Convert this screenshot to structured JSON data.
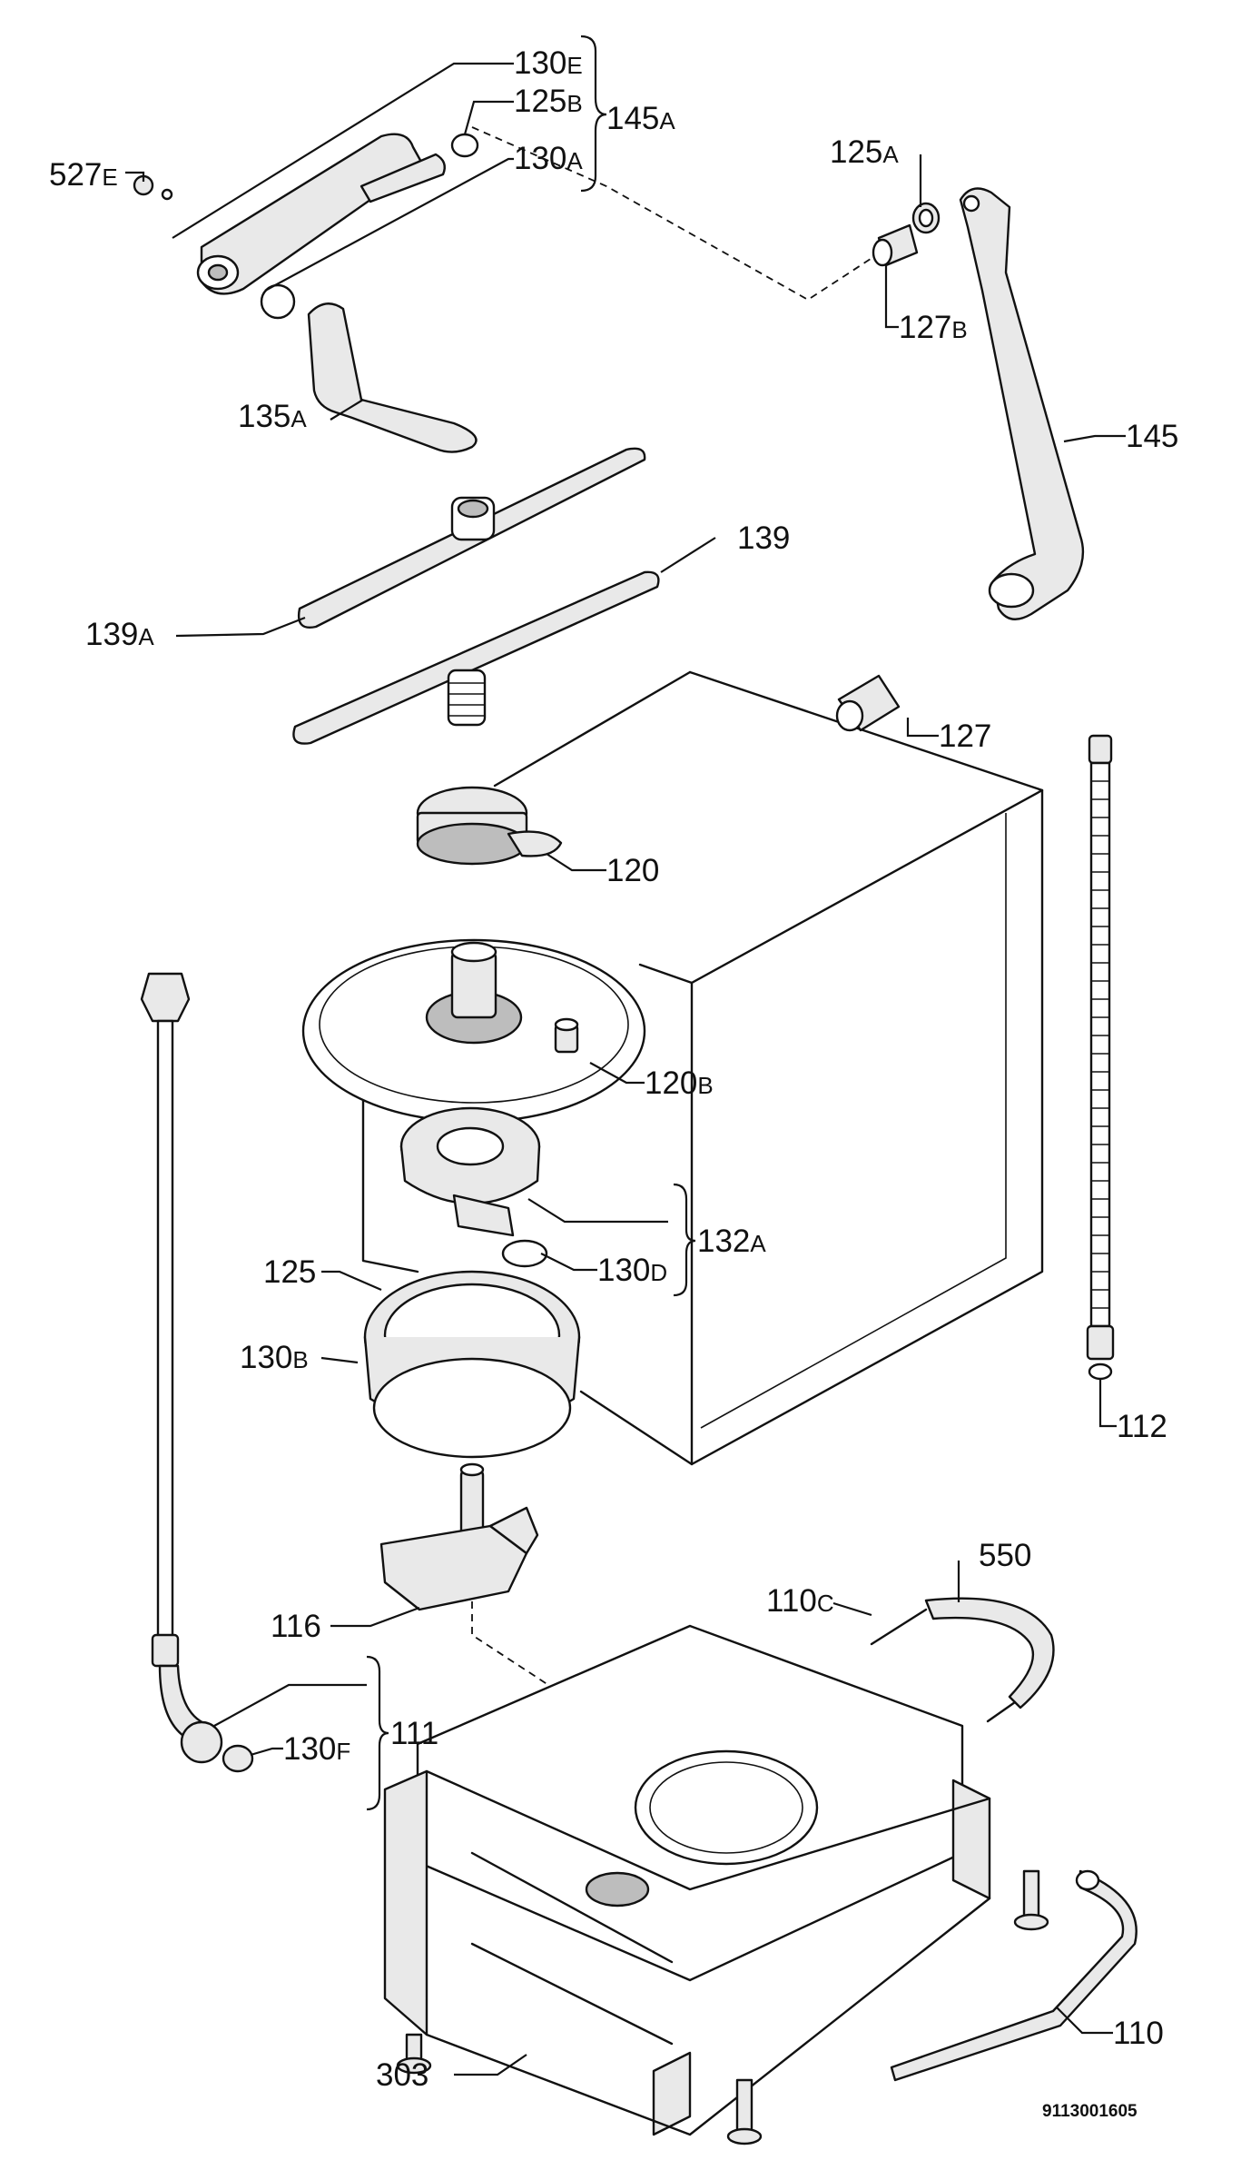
{
  "callouts": [
    {
      "id": "130E",
      "num": "130",
      "suffix": "E"
    },
    {
      "id": "125B",
      "num": "125",
      "suffix": "B"
    },
    {
      "id": "130A",
      "num": "130",
      "suffix": "A"
    },
    {
      "id": "145A",
      "num": "145",
      "suffix": "A"
    },
    {
      "id": "527E",
      "num": "527",
      "suffix": "E"
    },
    {
      "id": "125A",
      "num": "125",
      "suffix": "A"
    },
    {
      "id": "127B",
      "num": "127",
      "suffix": "B"
    },
    {
      "id": "135A",
      "num": "135",
      "suffix": "A"
    },
    {
      "id": "145",
      "num": "145",
      "suffix": ""
    },
    {
      "id": "139",
      "num": "139",
      "suffix": ""
    },
    {
      "id": "139A",
      "num": "139",
      "suffix": "A"
    },
    {
      "id": "127",
      "num": "127",
      "suffix": ""
    },
    {
      "id": "120",
      "num": "120",
      "suffix": ""
    },
    {
      "id": "120B",
      "num": "120",
      "suffix": "B"
    },
    {
      "id": "132A",
      "num": "132",
      "suffix": "A"
    },
    {
      "id": "130D",
      "num": "130",
      "suffix": "D"
    },
    {
      "id": "125",
      "num": "125",
      "suffix": ""
    },
    {
      "id": "130B",
      "num": "130",
      "suffix": "B"
    },
    {
      "id": "112",
      "num": "112",
      "suffix": ""
    },
    {
      "id": "550",
      "num": "550",
      "suffix": ""
    },
    {
      "id": "110C",
      "num": "110",
      "suffix": "C"
    },
    {
      "id": "116",
      "num": "116",
      "suffix": ""
    },
    {
      "id": "111",
      "num": "111",
      "suffix": ""
    },
    {
      "id": "130F",
      "num": "130",
      "suffix": "F"
    },
    {
      "id": "110",
      "num": "110",
      "suffix": ""
    },
    {
      "id": "303",
      "num": "303",
      "suffix": ""
    }
  ],
  "drawing_code": "9113001605"
}
